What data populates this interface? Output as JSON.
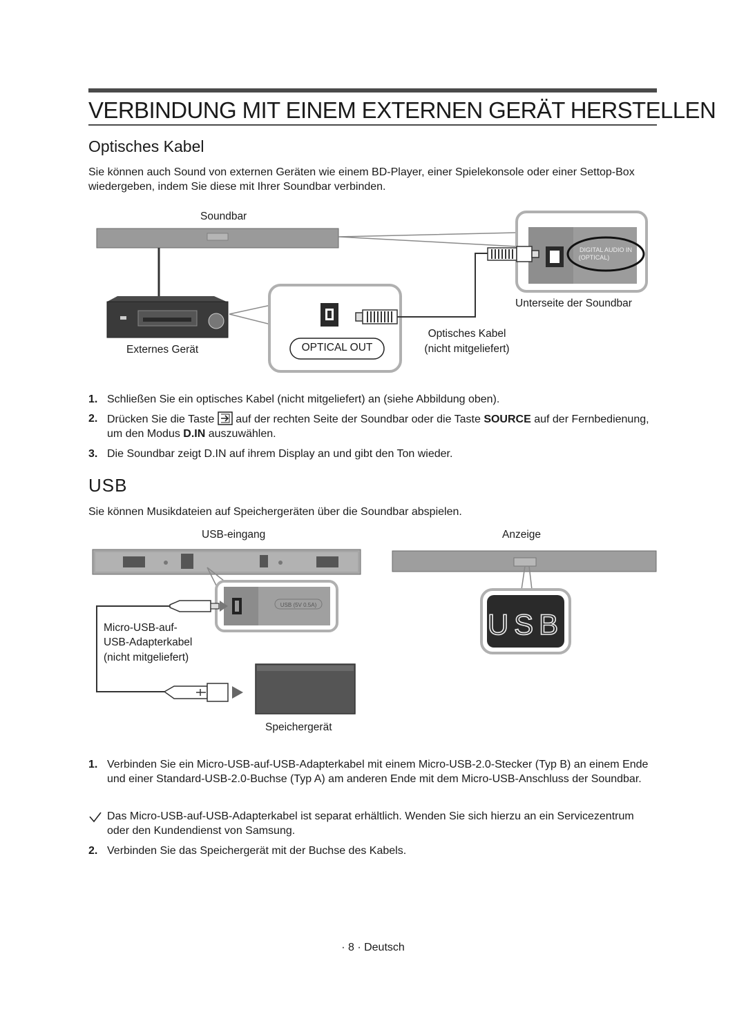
{
  "page": {
    "title": "VERBINDUNG MIT EINEM EXTERNEN GERÄT HERSTELLEN",
    "footer": "· 8 · Deutsch"
  },
  "optical": {
    "heading": "Optisches Kabel",
    "intro": "Sie können auch Sound von externen Geräten wie einem BD-Player, einer Spielekonsole oder einer Settop-Box wiedergeben, indem Sie diese mit Ihrer Soundbar verbinden.",
    "labels": {
      "soundbar": "Soundbar",
      "external_device": "Externes Gerät",
      "optical_out": "OPTICAL OUT",
      "underside": "Unterseite der Soundbar",
      "cable_line1": "Optisches Kabel",
      "cable_line2": "(nicht mitgeliefert)",
      "digital_audio_in_1": "DIGITAL AUDIO IN",
      "digital_audio_in_2": "(OPTICAL)"
    },
    "steps": [
      {
        "num": "1.",
        "text": "Schließen Sie ein optisches Kabel (nicht mitgeliefert) an (siehe Abbildung oben)."
      },
      {
        "num": "2.",
        "text_before": "Drücken Sie die Taste",
        "text_mid": "auf der rechten Seite der Soundbar oder die Taste",
        "source": "SOURCE",
        "text_mid2": "auf der Fernbedienung, um den Modus",
        "din": "D.IN",
        "text_after": "auszuwählen."
      },
      {
        "num": "3.",
        "text": "Die Soundbar zeigt D.IN auf ihrem Display an und gibt den Ton wieder."
      }
    ]
  },
  "usb": {
    "heading": "USB",
    "intro": "Sie können Musikdateien auf Speichergeräten über die Soundbar abspielen.",
    "labels": {
      "usb_input": "USB-eingang",
      "display": "Anzeige",
      "port_label": "USB (5V 0.5A)",
      "cable_line1": "Micro-USB-auf-",
      "cable_line2": "USB-Adapterkabel",
      "cable_line3": "(nicht mitgeliefert)",
      "storage": "Speichergerät",
      "display_text": "USB"
    },
    "steps": [
      {
        "num": "1.",
        "text": "Verbinden Sie ein Micro-USB-auf-USB-Adapterkabel mit einem Micro-USB-2.0-Stecker (Typ B) an einem Ende und einer Standard-USB-2.0-Buchse (Typ A) am anderen Ende mit dem Micro-USB-Anschluss der Soundbar."
      },
      {
        "num": "",
        "text": "Das Micro-USB-auf-USB-Adapterkabel ist separat erhältlich. Wenden Sie sich hierzu an ein Servicezentrum oder den Kundendienst von Samsung."
      },
      {
        "num": "2.",
        "text": "Verbinden Sie das Speichergerät mit der Buchse des Kabels."
      }
    ]
  }
}
